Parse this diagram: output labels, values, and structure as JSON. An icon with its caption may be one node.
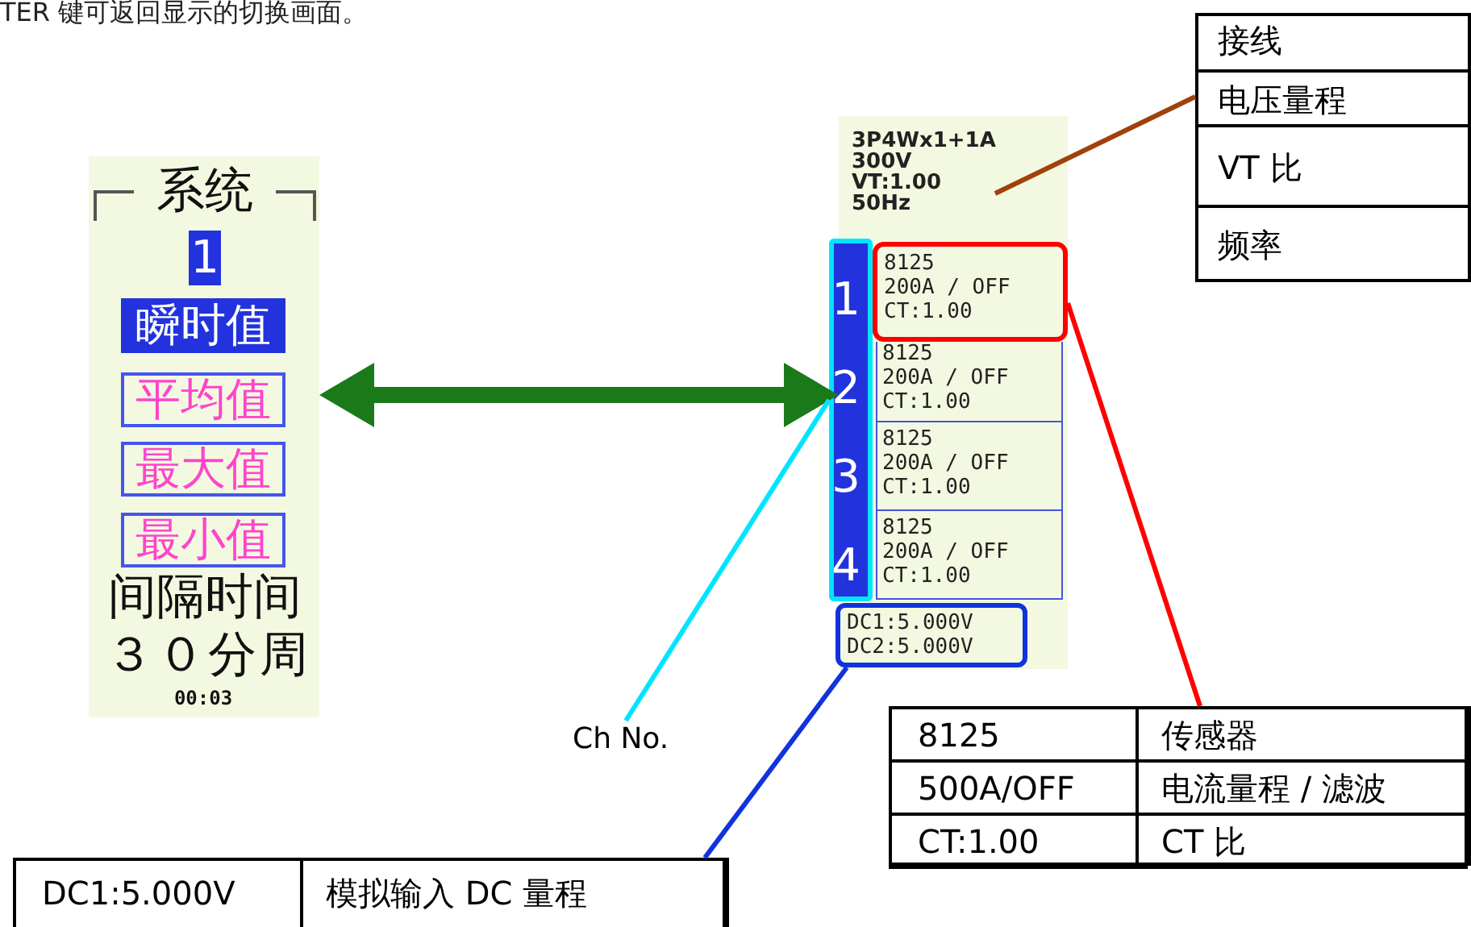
{
  "diagram": {
    "nodes": [
      {
        "text": [
          "系统",
          "间隔时间",
          "３０分周",
          "00:03"
        ]
      },
      {
        "text": [
          "1"
        ],
        "in": 0
      },
      {
        "text": [
          "瞬时值"
        ],
        "in": 0
      },
      {
        "text": [
          "平均值"
        ],
        "in": 0
      },
      {
        "text": [
          "最大值"
        ],
        "in": 0
      },
      {
        "text": [
          "最小值"
        ],
        "in": 0
      },
      {
        "text": [
          "3P4Wx1+1A",
          "300V",
          "VT:1.00",
          "50Hz"
        ]
      },
      {
        "text": [],
        "shape": "box",
        "in": 6
      },
      {
        "text": [
          "1"
        ],
        "in": 7
      },
      {
        "text": [
          "2"
        ],
        "in": 7
      },
      {
        "text": [
          "3"
        ],
        "in": 7
      },
      {
        "text": [
          "4"
        ],
        "in": 7
      },
      {
        "text": [
          "8125",
          "200A / OFF",
          "CT:1.00"
        ],
        "in": 6
      },
      {
        "text": [
          "8125",
          "200A / OFF",
          "CT:1.00"
        ],
        "in": 6
      },
      {
        "text": [
          "8125",
          "200A / OFF",
          "CT:1.00"
        ],
        "in": 6
      },
      {
        "text": [
          "8125",
          "200A / OFF",
          "CT:1.00"
        ],
        "in": 6
      },
      {
        "text": [
          "DC1:5.000V",
          "DC2:5.000V"
        ],
        "in": 6
      },
      {
        "text": [
          "接线",
          "电压量程",
          "VT 比",
          "频率"
        ]
      },
      {
        "text": [
          "Ch No."
        ]
      },
      {
        "text": [
          "8125",
          "传感器",
          "500A/OFF",
          "电流量程 / 滤波",
          "CT:1.00",
          "CT 比"
        ]
      },
      {
        "text": [
          "DC1:5.000V",
          "模拟输入 DC 量程"
        ]
      }
    ],
    "edges": [
      {
        "from": 0,
        "to": 6,
        "arrow": "both",
        "style": "thick",
        "color": "#1a7a1a"
      },
      {
        "from": 17,
        "to": 6,
        "arrow": "none",
        "color": "#a0410d"
      },
      {
        "from": 18,
        "to": 7,
        "arrow": "none",
        "color": "#00e5ff"
      },
      {
        "from": 19,
        "to": 12,
        "arrow": "none",
        "color": "#ff0000"
      },
      {
        "from": 20,
        "to": 16,
        "arrow": "none",
        "color": "#1133dd"
      }
    ],
    "labels": [
      "TER 键可返回显示的切换画面。"
    ]
  }
}
